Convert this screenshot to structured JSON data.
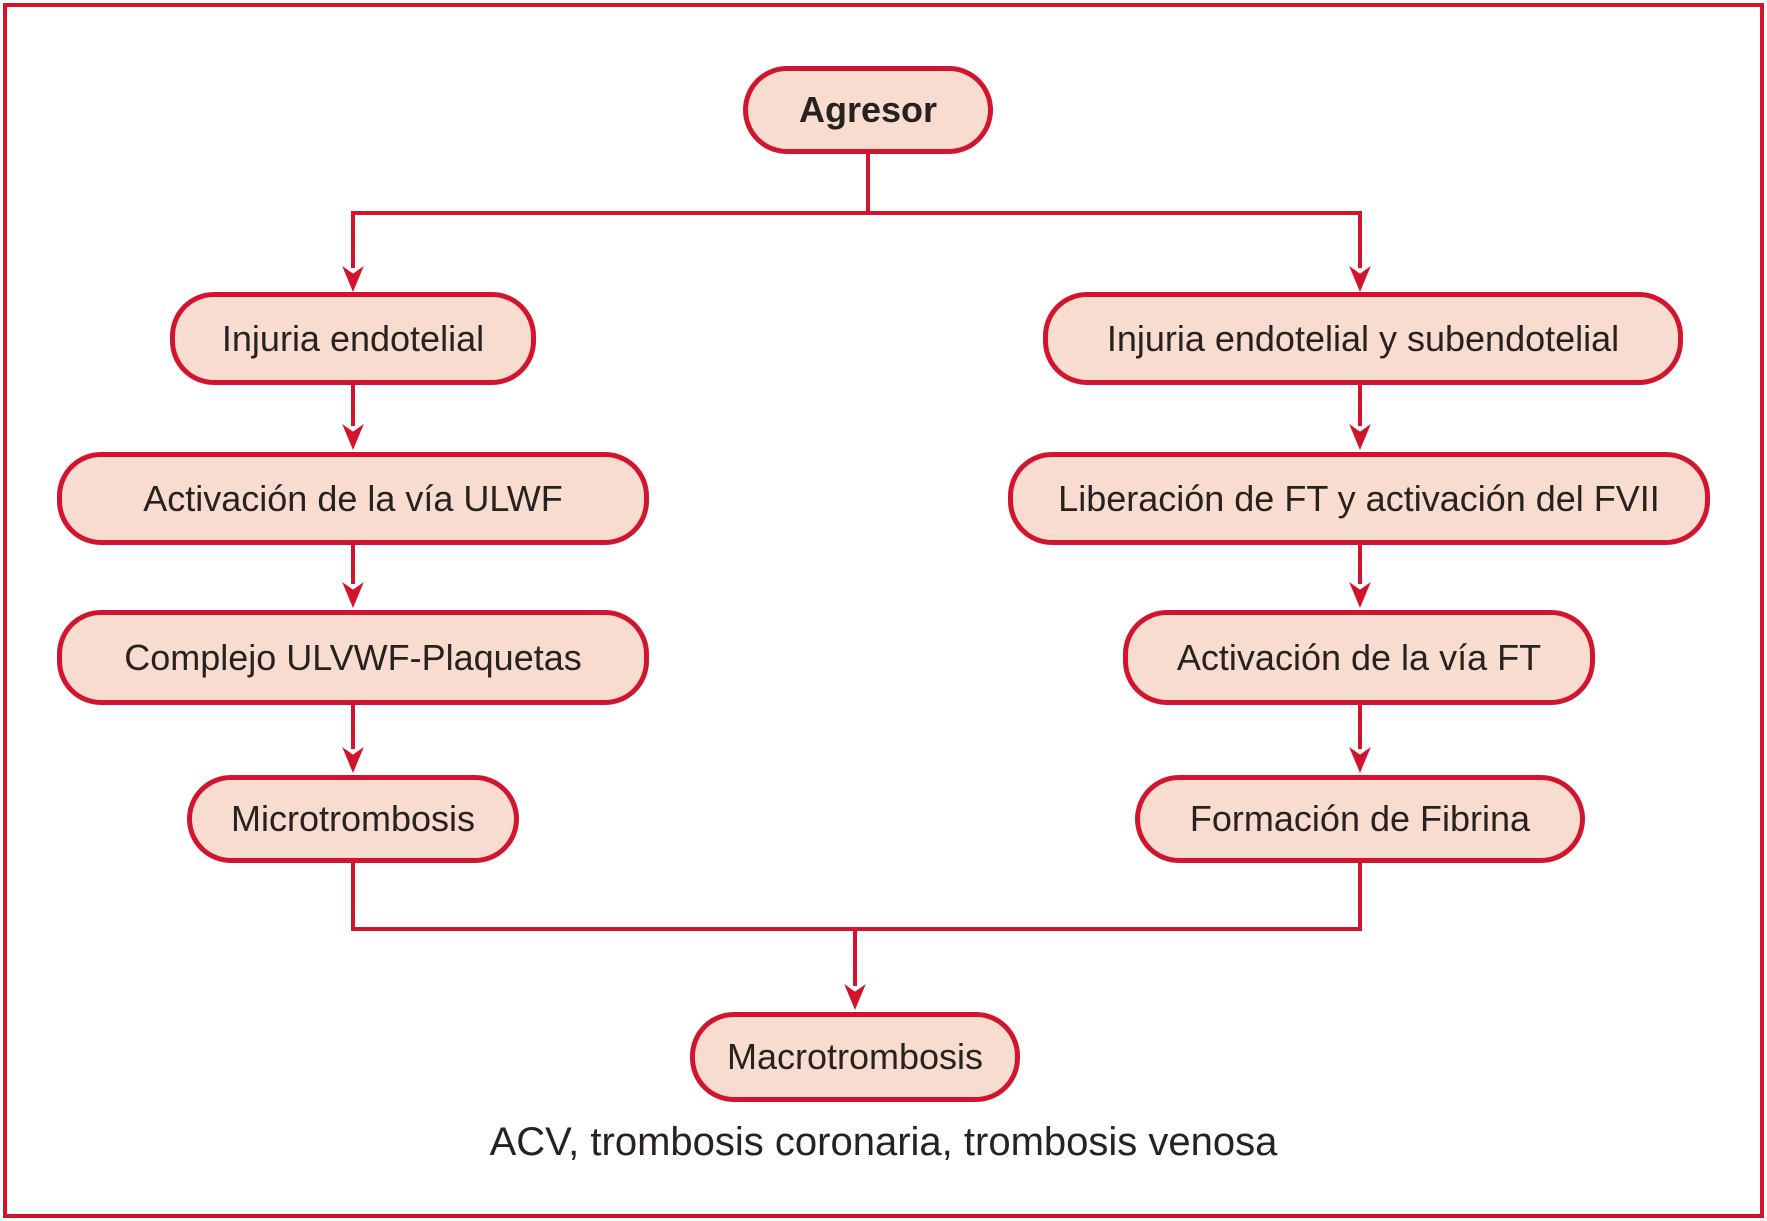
{
  "palette": {
    "node_fill": "#f8dcd0",
    "node_border": "#d3142f",
    "arrow": "#d3142f",
    "text": "#27211f",
    "frame_border": "#d3142f",
    "page_bg": "#ffffff"
  },
  "diagram": {
    "type": "flowchart",
    "nodes": {
      "root": "Agresor",
      "left": [
        "Injuria endotelial",
        "Activación de la vía ULWF",
        "Complejo ULVWF-Plaquetas",
        "Microtrombosis"
      ],
      "right": [
        "Injuria endotelial y subendotelial",
        "Liberación de FT y activación del FVII",
        "Activación de la vía FT",
        "Formación de Fibrina"
      ],
      "merge": "Macrotrombosis"
    },
    "edges": [
      {
        "from": "Agresor",
        "to": "Injuria endotelial"
      },
      {
        "from": "Agresor",
        "to": "Injuria endotelial y subendotelial"
      },
      {
        "from": "Injuria endotelial",
        "to": "Activación de la vía ULWF"
      },
      {
        "from": "Activación de la vía ULWF",
        "to": "Complejo ULVWF-Plaquetas"
      },
      {
        "from": "Complejo ULVWF-Plaquetas",
        "to": "Microtrombosis"
      },
      {
        "from": "Injuria endotelial y subendotelial",
        "to": "Liberación de FT y activación del FVII"
      },
      {
        "from": "Liberación de FT y activación del FVII",
        "to": "Activación de la vía FT"
      },
      {
        "from": "Activación de la vía FT",
        "to": "Formación de Fibrina"
      },
      {
        "from": "Microtrombosis",
        "to": "Macrotrombosis"
      },
      {
        "from": "Formación de Fibrina",
        "to": "Macrotrombosis"
      }
    ],
    "caption": "ACV, trombosis coronaria, trombosis venosa"
  }
}
